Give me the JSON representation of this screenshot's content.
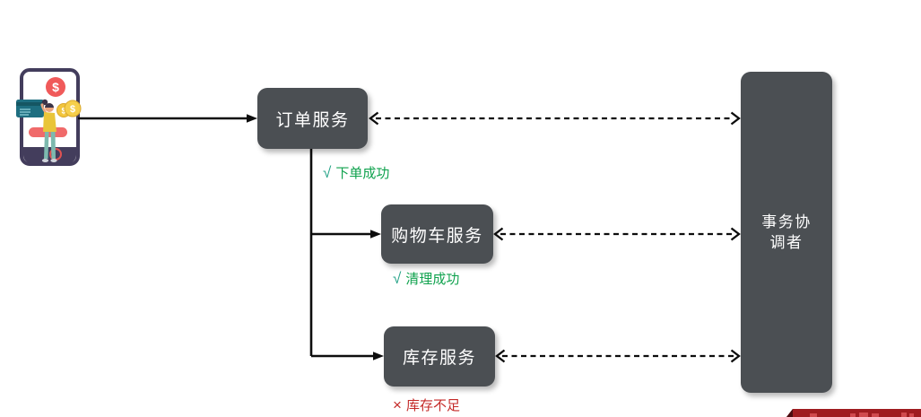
{
  "nodes": {
    "order_service": {
      "label": "订单服务"
    },
    "cart_service": {
      "label": "购物车服务"
    },
    "inventory_service": {
      "label": "库存服务"
    },
    "coordinator": {
      "label": "事务协调者",
      "label_line1": "事务协",
      "label_line2": "调者"
    }
  },
  "statuses": {
    "order_success": {
      "icon": "√",
      "label": "下单成功"
    },
    "cart_success": {
      "icon": "√",
      "label": "清理成功"
    },
    "inventory_fail": {
      "icon": "×",
      "label": "库存不足"
    }
  },
  "illustration": {
    "name": "mobile-payment-user",
    "dollar_symbol": "$"
  },
  "colors": {
    "node_fill": "#4b4f53",
    "node_text": "#ffffff",
    "success_green": "#10a24e",
    "error_red": "#c42a28",
    "arrow_black": "#0d0d0d",
    "ribbon_red": "#9f1c20"
  }
}
